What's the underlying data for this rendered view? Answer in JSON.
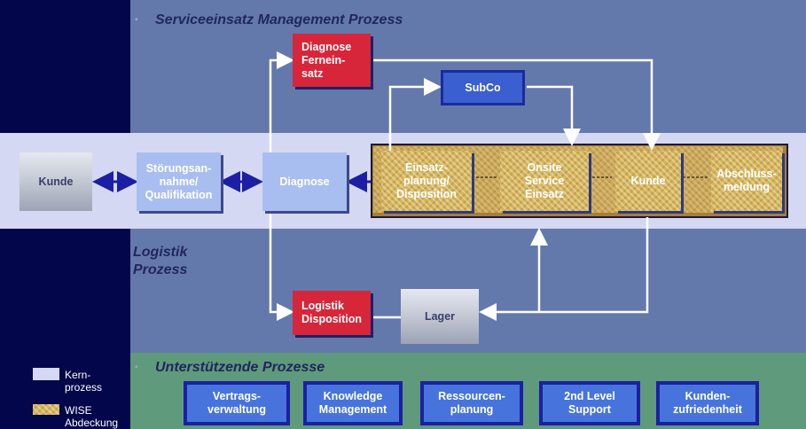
{
  "sections": {
    "service": "Serviceeinsatz Management Prozess",
    "logistics": "Logistik\nProzess",
    "support": "Unterstützende Prozesse"
  },
  "boxes": {
    "kunde_left": "Kunde",
    "stoerung": "Störungsan-\nnahme/\nQualifikation",
    "diagnose": "Diagnose",
    "diagnose_ferneinsatz": "Diagnose\nFernein-\nsatz",
    "subco": "SubCo",
    "einsatzplanung": "Einsatz-\nplanung/\nDisposition",
    "onsite": "Onsite\nService\nEinsatz",
    "kunde_right": "Kunde",
    "abschluss": "Abschluss-\nmeldung",
    "logistik_disposition": "Logistik\nDisposition",
    "lager": "Lager"
  },
  "support_boxes": [
    "Vertrags-\nverwaltung",
    "Knowledge\nManagement",
    "Ressourcen-\nplanung",
    "2nd Level\nSupport",
    "Kunden-\nzufriedenheit"
  ],
  "legend": {
    "kernprozess": "Kern-\nprozess",
    "wise": "WISE\nAbdeckung"
  },
  "colors": {
    "background": "#03064a",
    "band_blue": "#6479ab",
    "core_band": "#d5d8f3",
    "support_band": "#5e9a7b",
    "red_box": "#d7263a",
    "support_box": "#4774dc",
    "arrow_white": "#ffffff",
    "arrow_navy": "#1c1fa3"
  }
}
